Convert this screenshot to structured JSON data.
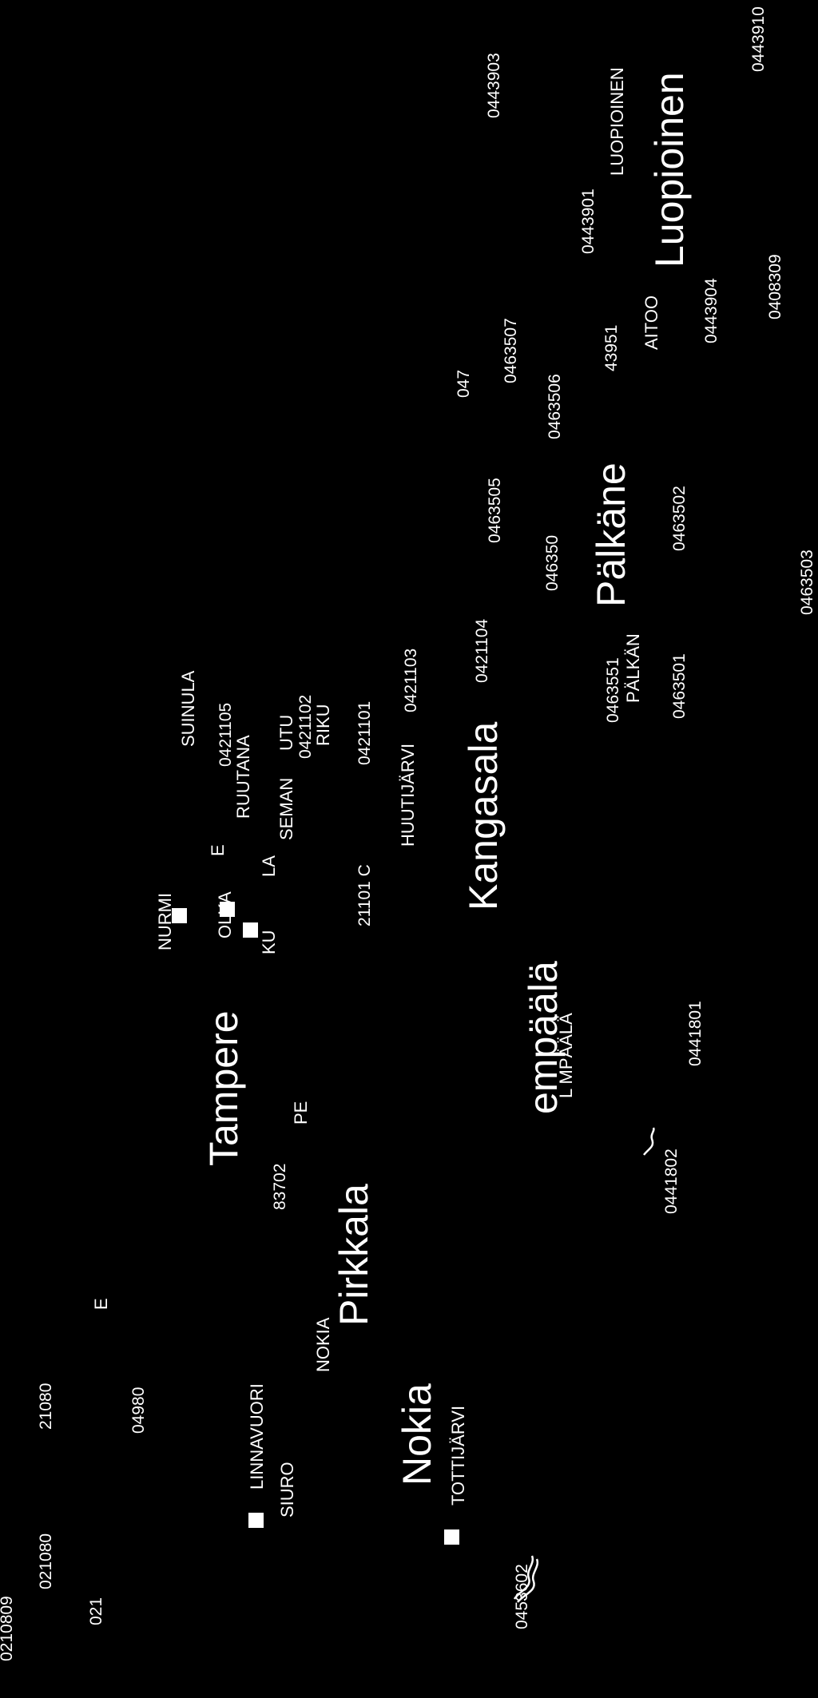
{
  "colors": {
    "background": "#000000",
    "foreground": "#ffffff"
  },
  "towns": {
    "tampere": "Tampere",
    "nokia": "Nokia",
    "pirkkala": "Pirkkala",
    "lempaala": "empäälä",
    "kangasala": "Kangasala",
    "palkane": "Pälkäne",
    "luopioinen": "Luopioinen"
  },
  "places": {
    "linnavuori": "LINNAVUORI",
    "siuro": "SIURO",
    "tottijarvi": "TOTTIJÄRVI",
    "nokia_small": "NOKIA",
    "e_upper": "E",
    "nurmi": "NURMI",
    "olka": "OLKA",
    "ku": "KU",
    "e_mid": "E",
    "la": "LA",
    "seman": "SEMAN",
    "suinula": "SUINULA",
    "ruutana": "RUUTANA",
    "utu": "UTU",
    "riku": "RIKU",
    "pe": "PE",
    "huutijarvi": "HUUTIJÄRVI",
    "lempaala_small": "L  MPÄÄLÄ",
    "palkane_small": "PÄLKÄN",
    "aitoo": "AITOO",
    "luopioinen_small": "LUOPIOINEN"
  },
  "codes": {
    "c0210809": "0210809",
    "c021080a": "021080",
    "c021": "021",
    "c21080": "21080",
    "c04980": "04980",
    "c0453602": "0453602",
    "c83702": "83702",
    "c0421105": "0421105",
    "c0421102": "0421102",
    "c21101c": "21101 C",
    "c0421101": "0421101",
    "c0421103": "0421103",
    "c0441802": "0441802",
    "c0441801": "0441801",
    "c0421104": "0421104",
    "c0463505": "0463505",
    "c047": "047",
    "c0463507": "0463507",
    "c0463506": "0463506",
    "c046350": "046350",
    "c0463551": "0463551",
    "c0463501": "0463501",
    "c0463502": "0463502",
    "c0463503": "0463503",
    "c43951": "43951",
    "c0443901": "0443901",
    "c0443904": "0443904",
    "c0408309": "0408309",
    "c0443903": "0443903",
    "c0443910": "0443910"
  }
}
